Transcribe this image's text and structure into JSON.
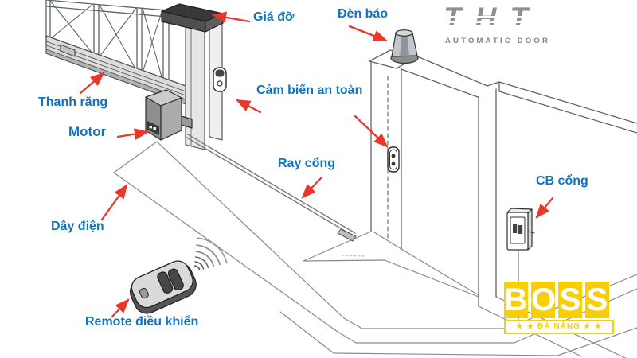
{
  "labels": {
    "gia_do": "Giá đỡ",
    "den_bao": "Đèn báo",
    "thanh_rang": "Thanh răng",
    "motor": "Motor",
    "cam_bien_an_toan": "Cảm biến an toàn",
    "ray_cong": "Ray cổng",
    "day_dien": "Dây điện",
    "remote_dieu_khien": "Remote điều khiển",
    "cb_cong": "CB cổng"
  },
  "logos": {
    "tht": {
      "name": "THT",
      "tagline": "AUTOMATIC DOOR"
    },
    "boss": {
      "letters": [
        "B",
        "O",
        "S",
        "S"
      ],
      "location": "★ ★ ĐÀ NẴNG ★ ★"
    }
  },
  "colors": {
    "label_blue": "#1274bf",
    "arrow_red": "#e8382b",
    "tht_gray": "#8a9095",
    "boss_yellow": "#f7cf08"
  }
}
